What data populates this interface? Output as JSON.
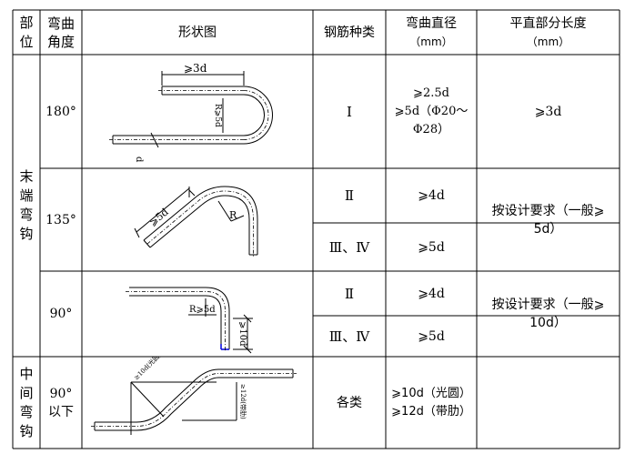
{
  "header": {
    "part": [
      "部",
      "位"
    ],
    "angle": [
      "弯曲",
      "角度"
    ],
    "shape": "形状图",
    "rebar_type": "钢筋种类",
    "bend_diameter": [
      "弯曲直径",
      "（mm）"
    ],
    "straight_length": [
      "平直部分长度",
      "（mm）"
    ]
  },
  "groups": {
    "end_hook": [
      "末",
      "端",
      "弯",
      "钩"
    ],
    "mid_hook": [
      "中",
      "间",
      "弯",
      "钩"
    ]
  },
  "rows": {
    "r180": {
      "angle": "180°",
      "type": "Ⅰ",
      "diameter": [
        "⩾2.5d",
        "⩾5d（Φ20～",
        "Φ28）"
      ],
      "length": "⩾3d",
      "labels": {
        "len": "⩾3d",
        "rad": "R⩾5d",
        "d": "d"
      }
    },
    "r135": {
      "angle": "135°",
      "type_a": "Ⅱ",
      "type_b": "Ⅲ、Ⅳ",
      "diameter_a": "⩾4d",
      "diameter_b": "⩾5d",
      "length": [
        "按设计要求（一般⩾",
        "5d）"
      ],
      "labels": {
        "len": "⩾5d",
        "rad": "R"
      }
    },
    "r90": {
      "angle": "90°",
      "type_a": "Ⅱ",
      "type_b": "Ⅲ、Ⅳ",
      "diameter_a": "⩾4d",
      "diameter_b": "⩾5d",
      "length": [
        "按设计要求（一般⩾",
        "10d）"
      ],
      "labels": {
        "rad": "R⩾5d",
        "len": "⩾10d"
      }
    },
    "rmid": {
      "angle": [
        "90°",
        "以下"
      ],
      "type": "各类",
      "diameter": [
        "⩾10d（光圆）",
        "⩾12d（带肋）"
      ],
      "labels": {
        "a": "≥10d(光圆)",
        "b": "≥12d(带肋)"
      }
    }
  }
}
